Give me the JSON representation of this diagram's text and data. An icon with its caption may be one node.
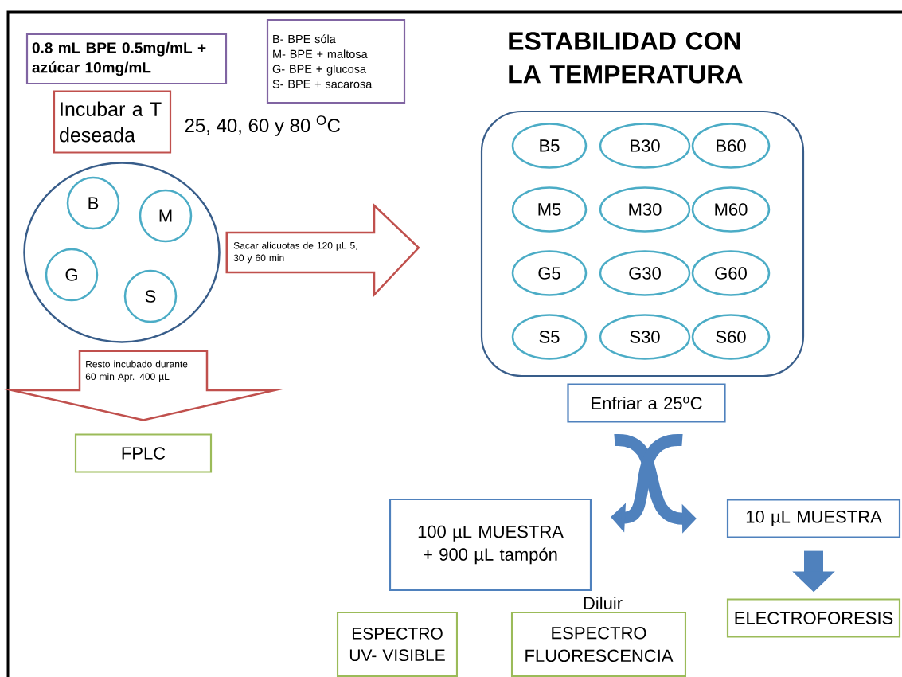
{
  "diagram": {
    "title": "ESTABILIDAD CON LA TEMPERATURA",
    "nodes": [
      {
        "text": [
          "0.8 mL BPE 0.5mg/mL + azúcar 10mg/mL"
        ]
      },
      {
        "text": [
          "B- BPE sóla",
          "M- BPE + maltosa",
          "G- BPE + glucosa",
          "S- BPE + sacarosa"
        ]
      },
      {
        "text": [
          "Incubar a T deseada"
        ],
        "beside": [
          "25, 40, 60 y 80 $^{O}$C"
        ]
      },
      {
        "text": [],
        "shape": "circle"
      },
      {
        "text": [
          "B"
        ],
        "in": 3
      },
      {
        "text": [
          "M"
        ],
        "in": 3
      },
      {
        "text": [
          "G"
        ],
        "in": 3
      },
      {
        "text": [
          "S"
        ],
        "in": 3
      },
      {
        "text": [],
        "shape": "box"
      },
      {
        "text": [
          "B5"
        ],
        "in": 8
      },
      {
        "text": [
          "B30"
        ],
        "in": 8
      },
      {
        "text": [
          "B60"
        ],
        "in": 8
      },
      {
        "text": [
          "M5"
        ],
        "in": 8
      },
      {
        "text": [
          "M30"
        ],
        "in": 8
      },
      {
        "text": [
          "M60"
        ],
        "in": 8
      },
      {
        "text": [
          "G5"
        ],
        "in": 8
      },
      {
        "text": [
          "G30"
        ],
        "in": 8
      },
      {
        "text": [
          "G60"
        ],
        "in": 8
      },
      {
        "text": [
          "S5"
        ],
        "in": 8
      },
      {
        "text": [
          "S30"
        ],
        "in": 8
      },
      {
        "text": [
          "S60"
        ],
        "in": 8
      },
      {
        "text": [
          "Enfriar a 25$^{o}$C"
        ]
      },
      {
        "text": [
          "100 µL MUESTRA + 900 µL tampón"
        ]
      },
      {
        "text": [
          "10 µL MUESTRA"
        ]
      },
      {
        "text": [
          "FPLC"
        ]
      },
      {
        "text": [
          "ESPECTRO UV- VISIBLE"
        ]
      },
      {
        "text": [
          "ESPECTRO FLUORESCENCIA"
        ]
      },
      {
        "text": [
          "ELECTROFORESIS"
        ]
      }
    ],
    "edges": [
      {
        "from": 3,
        "to": 8,
        "arrow": "to",
        "label": "Sacar alícuotas de 120 µL 5, 30 y 60 min",
        "color": "#c0504d"
      },
      {
        "from": 3,
        "to": 24,
        "arrow": "to",
        "label": "Resto incubado durante 60 min Apr. 400 µL",
        "color": "#c0504d"
      },
      {
        "from": 21,
        "to": 23,
        "arrow": "to"
      },
      {
        "from": 21,
        "to": 22,
        "arrow": "to"
      },
      {
        "from": 23,
        "to": 27,
        "arrow": "to"
      }
    ],
    "labels": [
      "Diluir"
    ]
  }
}
